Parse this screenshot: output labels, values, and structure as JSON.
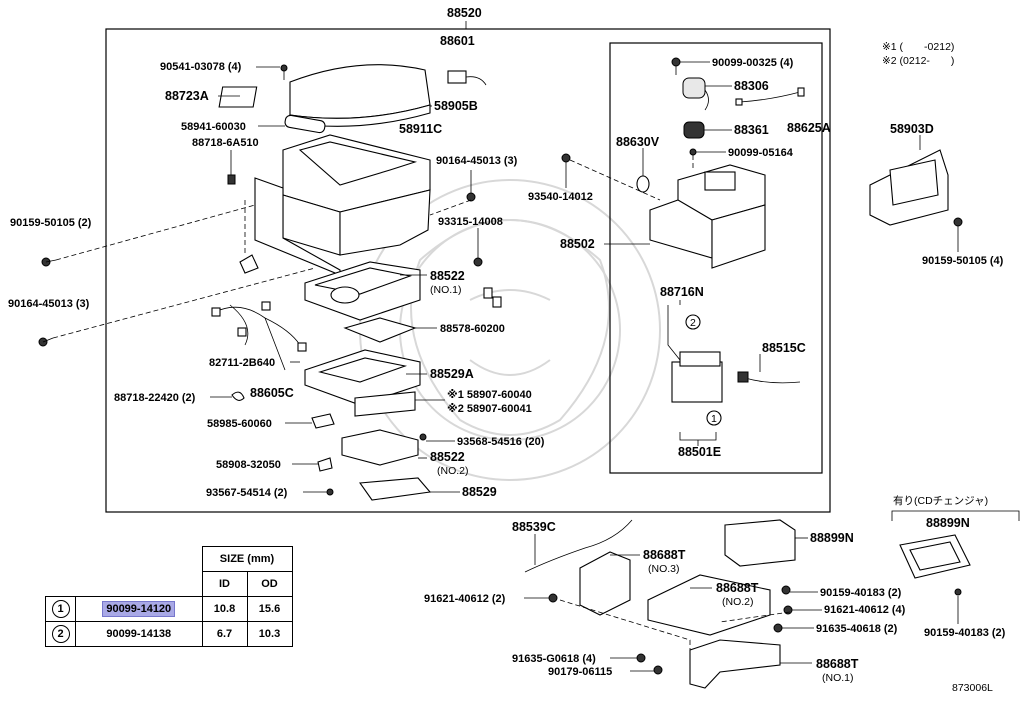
{
  "diagram_id": "873006L",
  "frame_notes": {
    "note1": "※1 (　　-0212)",
    "note2": "※2 (0212-　　)"
  },
  "cd_changer_note": "有り(CDチェンジャ)",
  "parts": {
    "p88520": "88520",
    "p88601": "88601",
    "p90541": "90541-03078 (4)",
    "p88723a": "88723A",
    "p58905b": "58905B",
    "p58941": "58941-60030",
    "p58911c": "58911C",
    "p88718_6a": "88718-6A510",
    "p90164_right": "90164-45013 (3)",
    "p90159_left": "90159-50105 (2)",
    "p93315": "93315-14008",
    "p90164_left": "90164-45013 (3)",
    "p88522_top": "88522",
    "p88522_top_sub": "(NO.1)",
    "p88578": "88578-60200",
    "p82711": "82711-2B640",
    "p88529a": "88529A",
    "p88605c": "88605C",
    "p88718_22": "88718-22420 (2)",
    "p58907_1": "※1 58907-60040",
    "p58907_2": "※2 58907-60041",
    "p58985": "58985-60060",
    "p93568": "93568-54516 (20)",
    "p88522_bot": "88522",
    "p88522_bot_sub": "(NO.2)",
    "p58908": "58908-32050",
    "p93567": "93567-54514 (2)",
    "p88529": "88529",
    "p90099_325": "90099-00325 (4)",
    "p88306": "88306",
    "p88630v": "88630V",
    "p88361": "88361",
    "p88625a": "88625A",
    "p90099_5164": "90099-05164",
    "p93540": "93540-14012",
    "p88502": "88502",
    "p88716n": "88716N",
    "p88515c": "88515C",
    "p88501e": "88501E",
    "p58903d": "58903D",
    "p90159_right": "90159-50105 (4)",
    "p88539c": "88539C",
    "p88688t_3": "88688T",
    "p88688t_3_sub": "(NO.3)",
    "p88688t_2": "88688T",
    "p88688t_2_sub": "(NO.2)",
    "p88688t_1": "88688T",
    "p88688t_1_sub": "(NO.1)",
    "p91621_left": "91621-40612 (2)",
    "p91621_right": "91621-40612 (4)",
    "p88899n_mid": "88899N",
    "p90159_40183_mid": "90159-40183 (2)",
    "p91635_40618": "91635-40618 (2)",
    "p91635_g0618": "91635-G0618 (4)",
    "p90179": "90179-06115",
    "p88899n_right": "88899N",
    "p90159_40183_right": "90159-40183 (2)",
    "callout1": "1",
    "callout2": "2"
  },
  "size_table": {
    "header": "SIZE (mm)",
    "col_id": "ID",
    "col_od": "OD",
    "rows": [
      {
        "mark": "1",
        "part": "90099-14120",
        "id": "10.8",
        "od": "15.6",
        "highlighted": true
      },
      {
        "mark": "2",
        "part": "90099-14138",
        "id": "6.7",
        "od": "10.3",
        "highlighted": false
      }
    ]
  }
}
